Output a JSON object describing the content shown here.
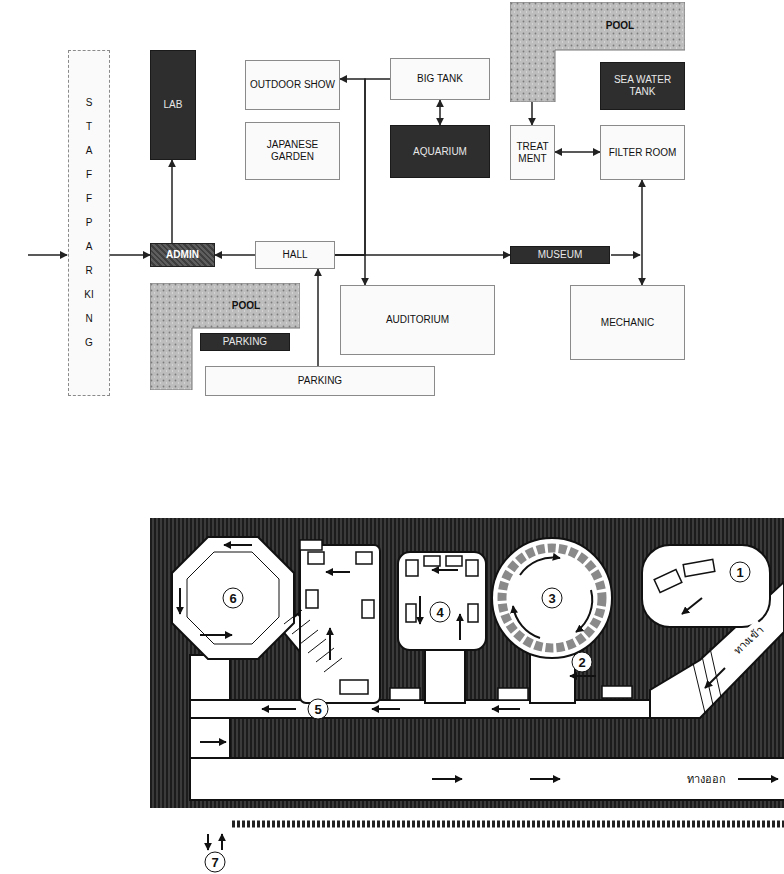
{
  "diagram": {
    "nodes": [
      {
        "text": [
          "STAFF PARKING"
        ]
      },
      {
        "text": [
          "LAB"
        ]
      },
      {
        "text": [
          "OUTDOOR SHOW"
        ]
      },
      {
        "text": [
          "JAPANESE GARDEN"
        ]
      },
      {
        "text": [
          "BIG TANK"
        ]
      },
      {
        "text": [
          "AQUARIUM"
        ]
      },
      {
        "text": [
          "POOL"
        ]
      },
      {
        "text": [
          "SEA WATER TANK"
        ]
      },
      {
        "text": [
          "TREAT MENT"
        ]
      },
      {
        "text": [
          "FILTER ROOM"
        ]
      },
      {
        "text": [
          "ADMIN"
        ]
      },
      {
        "text": [
          "HALL"
        ]
      },
      {
        "text": [
          "MUSEUM"
        ]
      },
      {
        "text": [
          "POOL"
        ]
      },
      {
        "text": [
          "AUDITORIUM"
        ]
      },
      {
        "text": [
          "MECHANIC"
        ]
      },
      {
        "text": [
          "PARKING"
        ]
      },
      {
        "text": [
          "PARKING"
        ]
      }
    ],
    "edges": [
      {
        "from": 0,
        "to": 10,
        "arrow": "to"
      },
      {
        "from": 10,
        "to": 1,
        "arrow": "to"
      },
      {
        "from": 11,
        "to": 10,
        "arrow": "to"
      },
      {
        "from": 17,
        "to": 11,
        "arrow": "to"
      },
      {
        "from": 11,
        "to": 12,
        "arrow": "to"
      },
      {
        "from": 11,
        "to": 2,
        "arrow": "to"
      },
      {
        "from": 11,
        "to": 14,
        "arrow": "to"
      },
      {
        "from": 11,
        "to": 4,
        "arrow": "none"
      },
      {
        "from": 4,
        "to": 5,
        "arrow": "both"
      },
      {
        "from": 6,
        "to": 8,
        "arrow": "to"
      },
      {
        "from": 8,
        "to": 9,
        "arrow": "both"
      },
      {
        "from": 9,
        "to": 15,
        "arrow": "both"
      }
    ],
    "labels": [
      "1",
      "2",
      "3",
      "4",
      "5",
      "6",
      "7",
      "ทางเข้า",
      "ทางออก"
    ]
  }
}
